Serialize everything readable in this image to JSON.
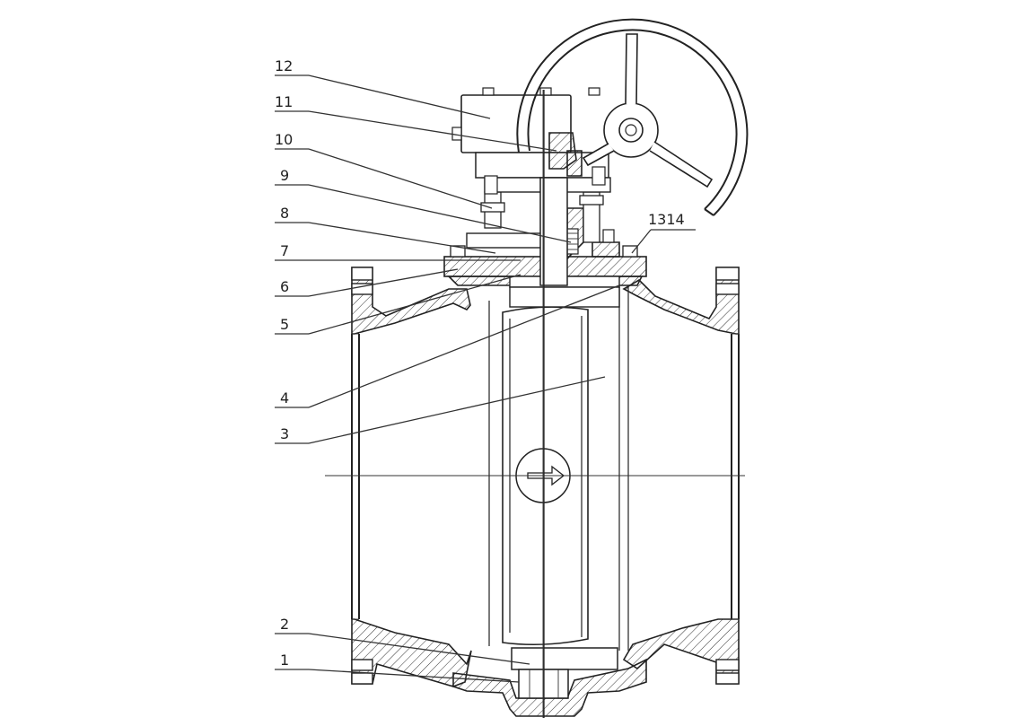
{
  "callouts": [
    {
      "id": "c1",
      "number": "1"
    },
    {
      "id": "c2",
      "number": "2"
    },
    {
      "id": "c3",
      "number": "3"
    },
    {
      "id": "c4",
      "number": "4"
    },
    {
      "id": "c5",
      "number": "5"
    },
    {
      "id": "c6",
      "number": "6"
    },
    {
      "id": "c7",
      "number": "7"
    },
    {
      "id": "c8",
      "number": "8"
    },
    {
      "id": "c9",
      "number": "9"
    },
    {
      "id": "c10",
      "number": "10"
    },
    {
      "id": "c11",
      "number": "11"
    },
    {
      "id": "c12",
      "number": "12"
    },
    {
      "id": "c1314",
      "number": "1314"
    }
  ]
}
